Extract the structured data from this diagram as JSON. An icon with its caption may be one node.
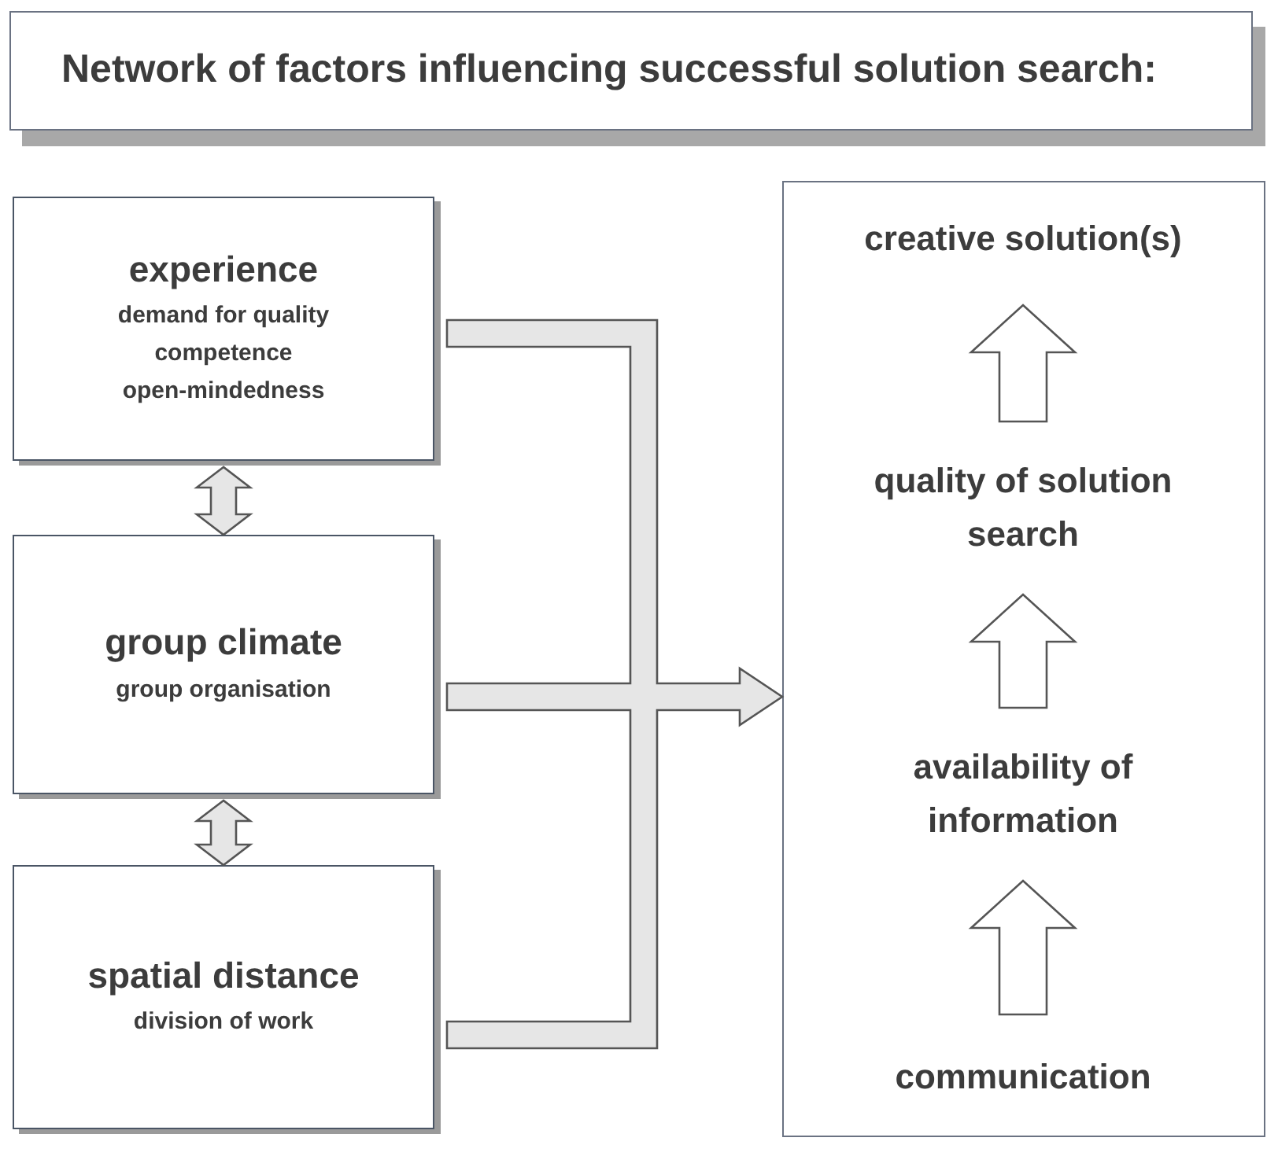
{
  "diagram": {
    "title": "Network of factors influencing successful solution search:",
    "nodes": [
      {
        "text": [
          "experience",
          "demand for quality",
          "competence",
          "open-mindedness"
        ]
      },
      {
        "text": [
          "group climate",
          "group organisation"
        ]
      },
      {
        "text": [
          "spatial distance",
          "division of work"
        ]
      },
      {
        "text": [],
        "shape": "box"
      },
      {
        "text": [
          "creative solution(s)"
        ],
        "in": 3
      },
      {
        "text": [
          "quality of solution search"
        ],
        "in": 3
      },
      {
        "text": [
          "availability of information"
        ],
        "in": 3
      },
      {
        "text": [
          "communication"
        ],
        "in": 3
      }
    ],
    "edges": [
      {
        "from": 0,
        "to": 1,
        "arrow": "both"
      },
      {
        "from": 1,
        "to": 2,
        "arrow": "both"
      },
      {
        "from": 0,
        "to": 3,
        "arrow": "to"
      },
      {
        "from": 1,
        "to": 3,
        "arrow": "to"
      },
      {
        "from": 2,
        "to": 3,
        "arrow": "to"
      },
      {
        "from": 7,
        "to": 6,
        "arrow": "to"
      },
      {
        "from": 6,
        "to": 5,
        "arrow": "to"
      },
      {
        "from": 5,
        "to": 4,
        "arrow": "to"
      }
    ]
  }
}
